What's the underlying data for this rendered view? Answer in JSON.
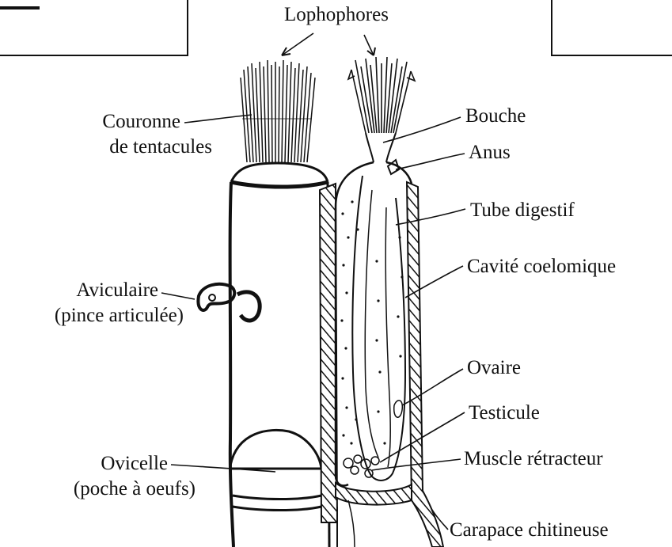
{
  "labels": {
    "lophophores": "Lophophores",
    "couronne_line1": "Couronne",
    "couronne_line2": "de tentacules",
    "aviculaire_line1": "Aviculaire",
    "aviculaire_line2": "(pince articulée)",
    "ovicelle_line1": "Ovicelle",
    "ovicelle_line2": "(poche à oeufs)",
    "bouche": "Bouche",
    "anus": "Anus",
    "tube_digestif": "Tube digestif",
    "cavite_coelomique": "Cavité coelomique",
    "ovaire": "Ovaire",
    "testicule": "Testicule",
    "muscle_retracteur": "Muscle rétracteur",
    "carapace_chitineuse": "Carapace chitineuse"
  },
  "colors": {
    "ink": "#111111",
    "background": "#ffffff"
  }
}
